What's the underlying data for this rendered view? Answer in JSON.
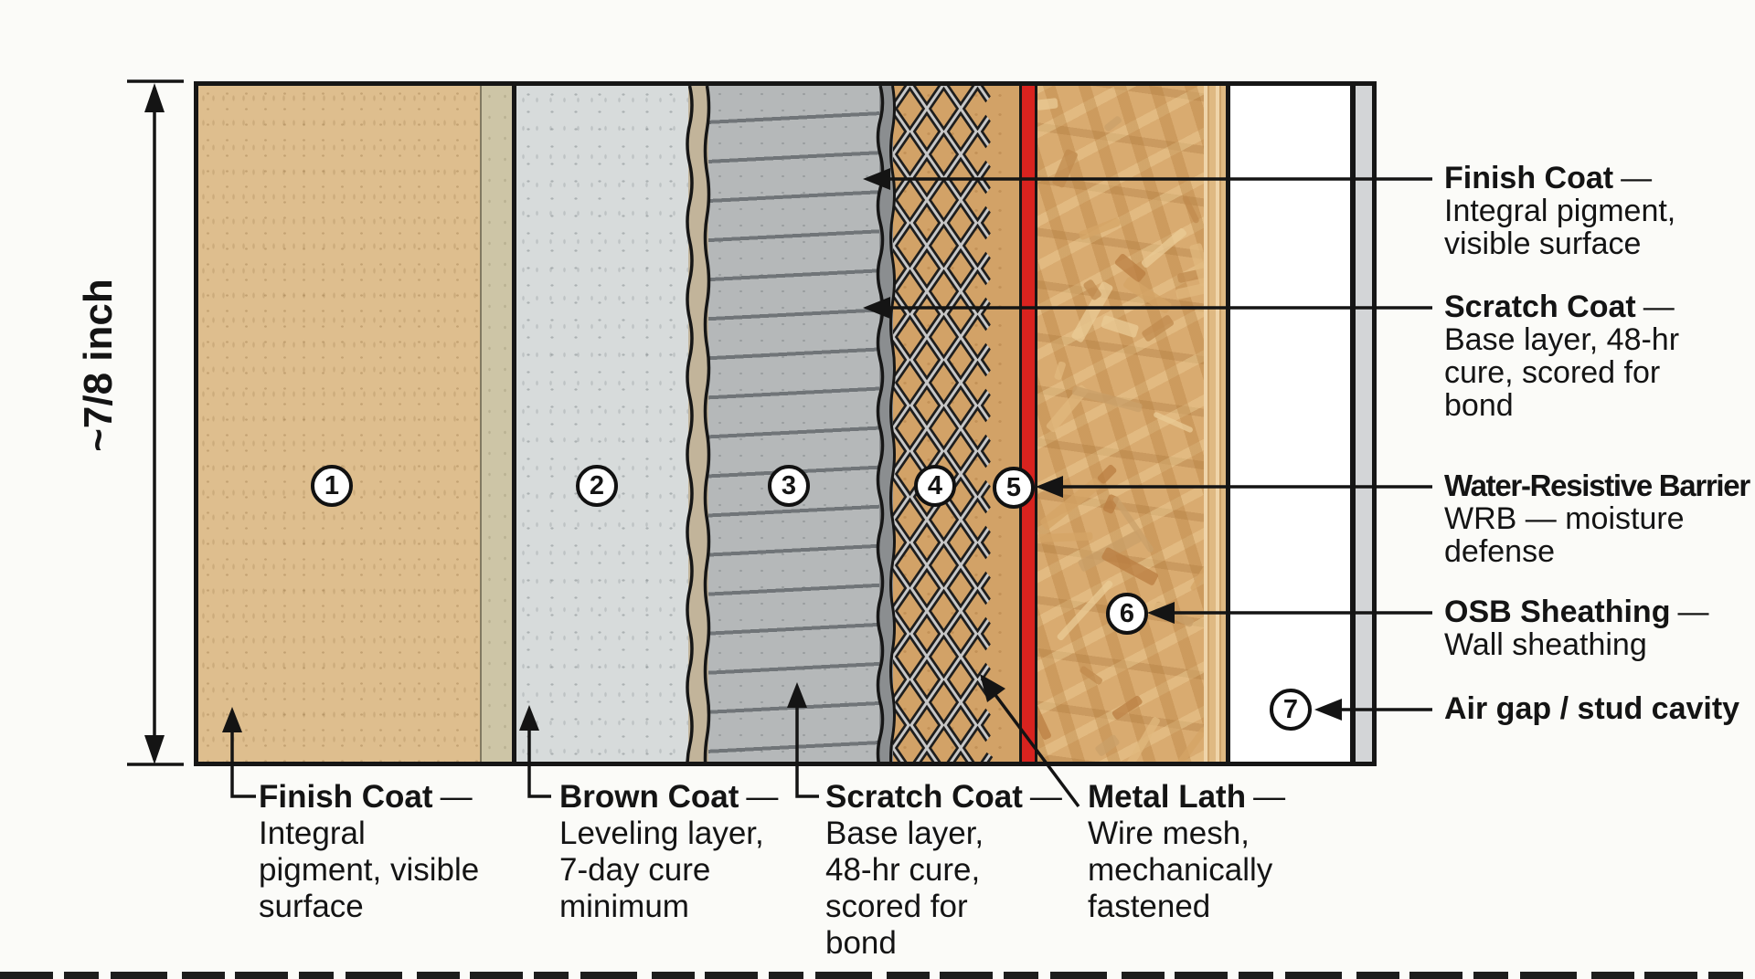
{
  "dimension": {
    "label": "~7/8 inch"
  },
  "circles": [
    "1",
    "2",
    "3",
    "4",
    "5",
    "6",
    "7"
  ],
  "right_labels": [
    {
      "title": "Finish Coat",
      "dash": "—",
      "desc": [
        "Integral pigment,",
        "visible surface"
      ]
    },
    {
      "title": "Scratch Coat",
      "dash": "—",
      "desc": [
        "Base layer, 48-hr",
        "cure, scored for",
        "bond"
      ]
    },
    {
      "title": "Water-Resistive Barrier",
      "dash": "",
      "desc": [
        "WRB — moisture",
        "defense"
      ]
    },
    {
      "title": "OSB Sheathing",
      "dash": "—",
      "desc": [
        "Wall sheathing"
      ]
    },
    {
      "title": "Air gap / stud cavity",
      "dash": "",
      "desc": []
    }
  ],
  "bottom_labels": [
    {
      "title": "Finish Coat",
      "dash": "—",
      "desc": [
        "Integral",
        "pigment, visible",
        "surface"
      ]
    },
    {
      "title": "Brown Coat",
      "dash": "—",
      "desc": [
        "Leveling layer,",
        "7-day cure",
        "minimum"
      ]
    },
    {
      "title": "Scratch Coat",
      "dash": "—",
      "desc": [
        "Base layer,",
        "48-hr cure,",
        "scored for",
        "bond"
      ]
    },
    {
      "title": "Metal Lath",
      "dash": "—",
      "desc": [
        "Wire mesh,",
        "mechanically",
        "fastened"
      ]
    }
  ],
  "colors": {
    "finish_coat": "#debe8e",
    "finish_skim": "#cdc5a6",
    "brown_coat": "#d7dbdb",
    "scratch_coat": "#b5b8b9",
    "scratch_band": "#8b8e90",
    "lath_backing": "#d2a267",
    "wrb_red": "#d8231f",
    "osb": "#d9ab70",
    "air_gap": "#ffffff",
    "interior_strip": "#d3d5d7",
    "line_black": "#161616"
  }
}
